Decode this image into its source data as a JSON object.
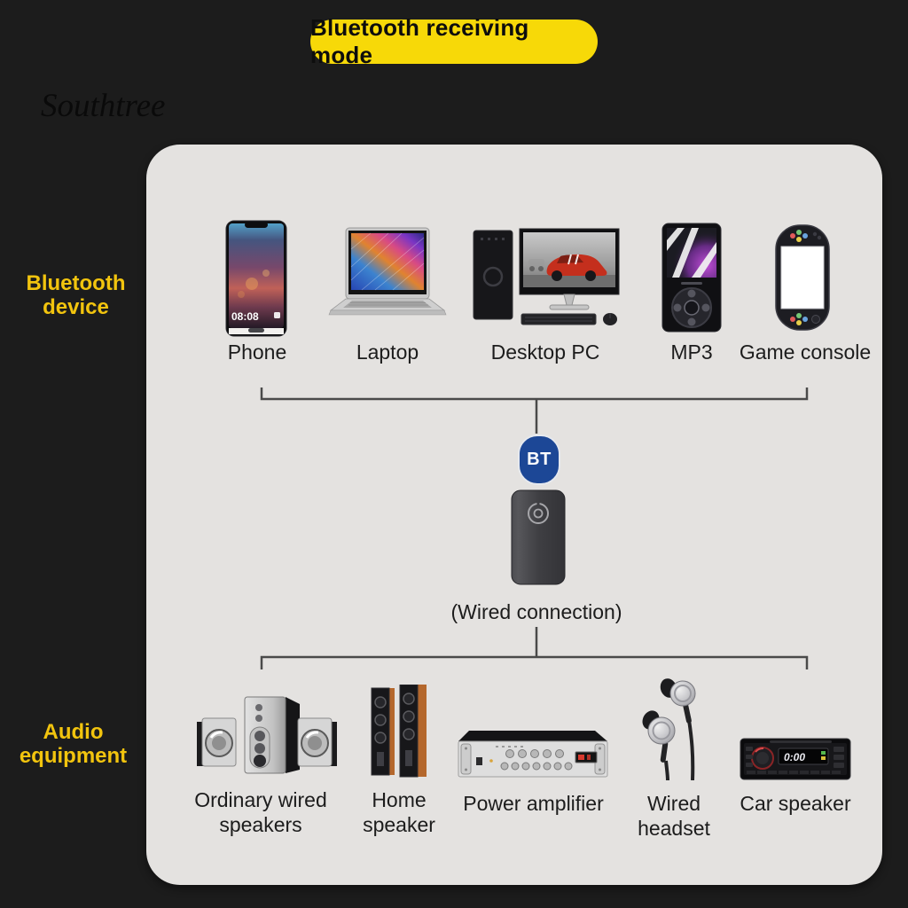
{
  "banner": {
    "label": "Bluetooth receiving mode"
  },
  "watermark": "Southtree",
  "side_labels": {
    "top": "Bluetooth device",
    "bottom": "Audio equipment"
  },
  "bt_badge_label": "BT",
  "wired_connection_label": "(Wired connection)",
  "devices": [
    {
      "id": "phone",
      "label": "Phone",
      "screen_time": "08:08"
    },
    {
      "id": "laptop",
      "label": "Laptop"
    },
    {
      "id": "desktop-pc",
      "label": "Desktop PC"
    },
    {
      "id": "mp3",
      "label": "MP3"
    },
    {
      "id": "game-console",
      "label": "Game console"
    }
  ],
  "equipment": [
    {
      "id": "ordinary-wired-speakers",
      "label": "Ordinary wired speakers"
    },
    {
      "id": "home-speaker",
      "label": "Home speaker"
    },
    {
      "id": "power-amplifier",
      "label": "Power amplifier"
    },
    {
      "id": "wired-headset",
      "label": "Wired headset"
    },
    {
      "id": "car-speaker",
      "label": "Car speaker",
      "display_text": "0:00"
    }
  ],
  "icons": {
    "bt_receiver_logo": "power-ring-icon"
  },
  "colors": {
    "background": "#1c1c1c",
    "panel": "#e4e2e0",
    "banner_yellow": "#f7d908",
    "label_yellow": "#f2c40e",
    "badge_blue": "#1c4796",
    "connector_line": "#4a4a4a",
    "text_black": "#1c1c1c"
  }
}
